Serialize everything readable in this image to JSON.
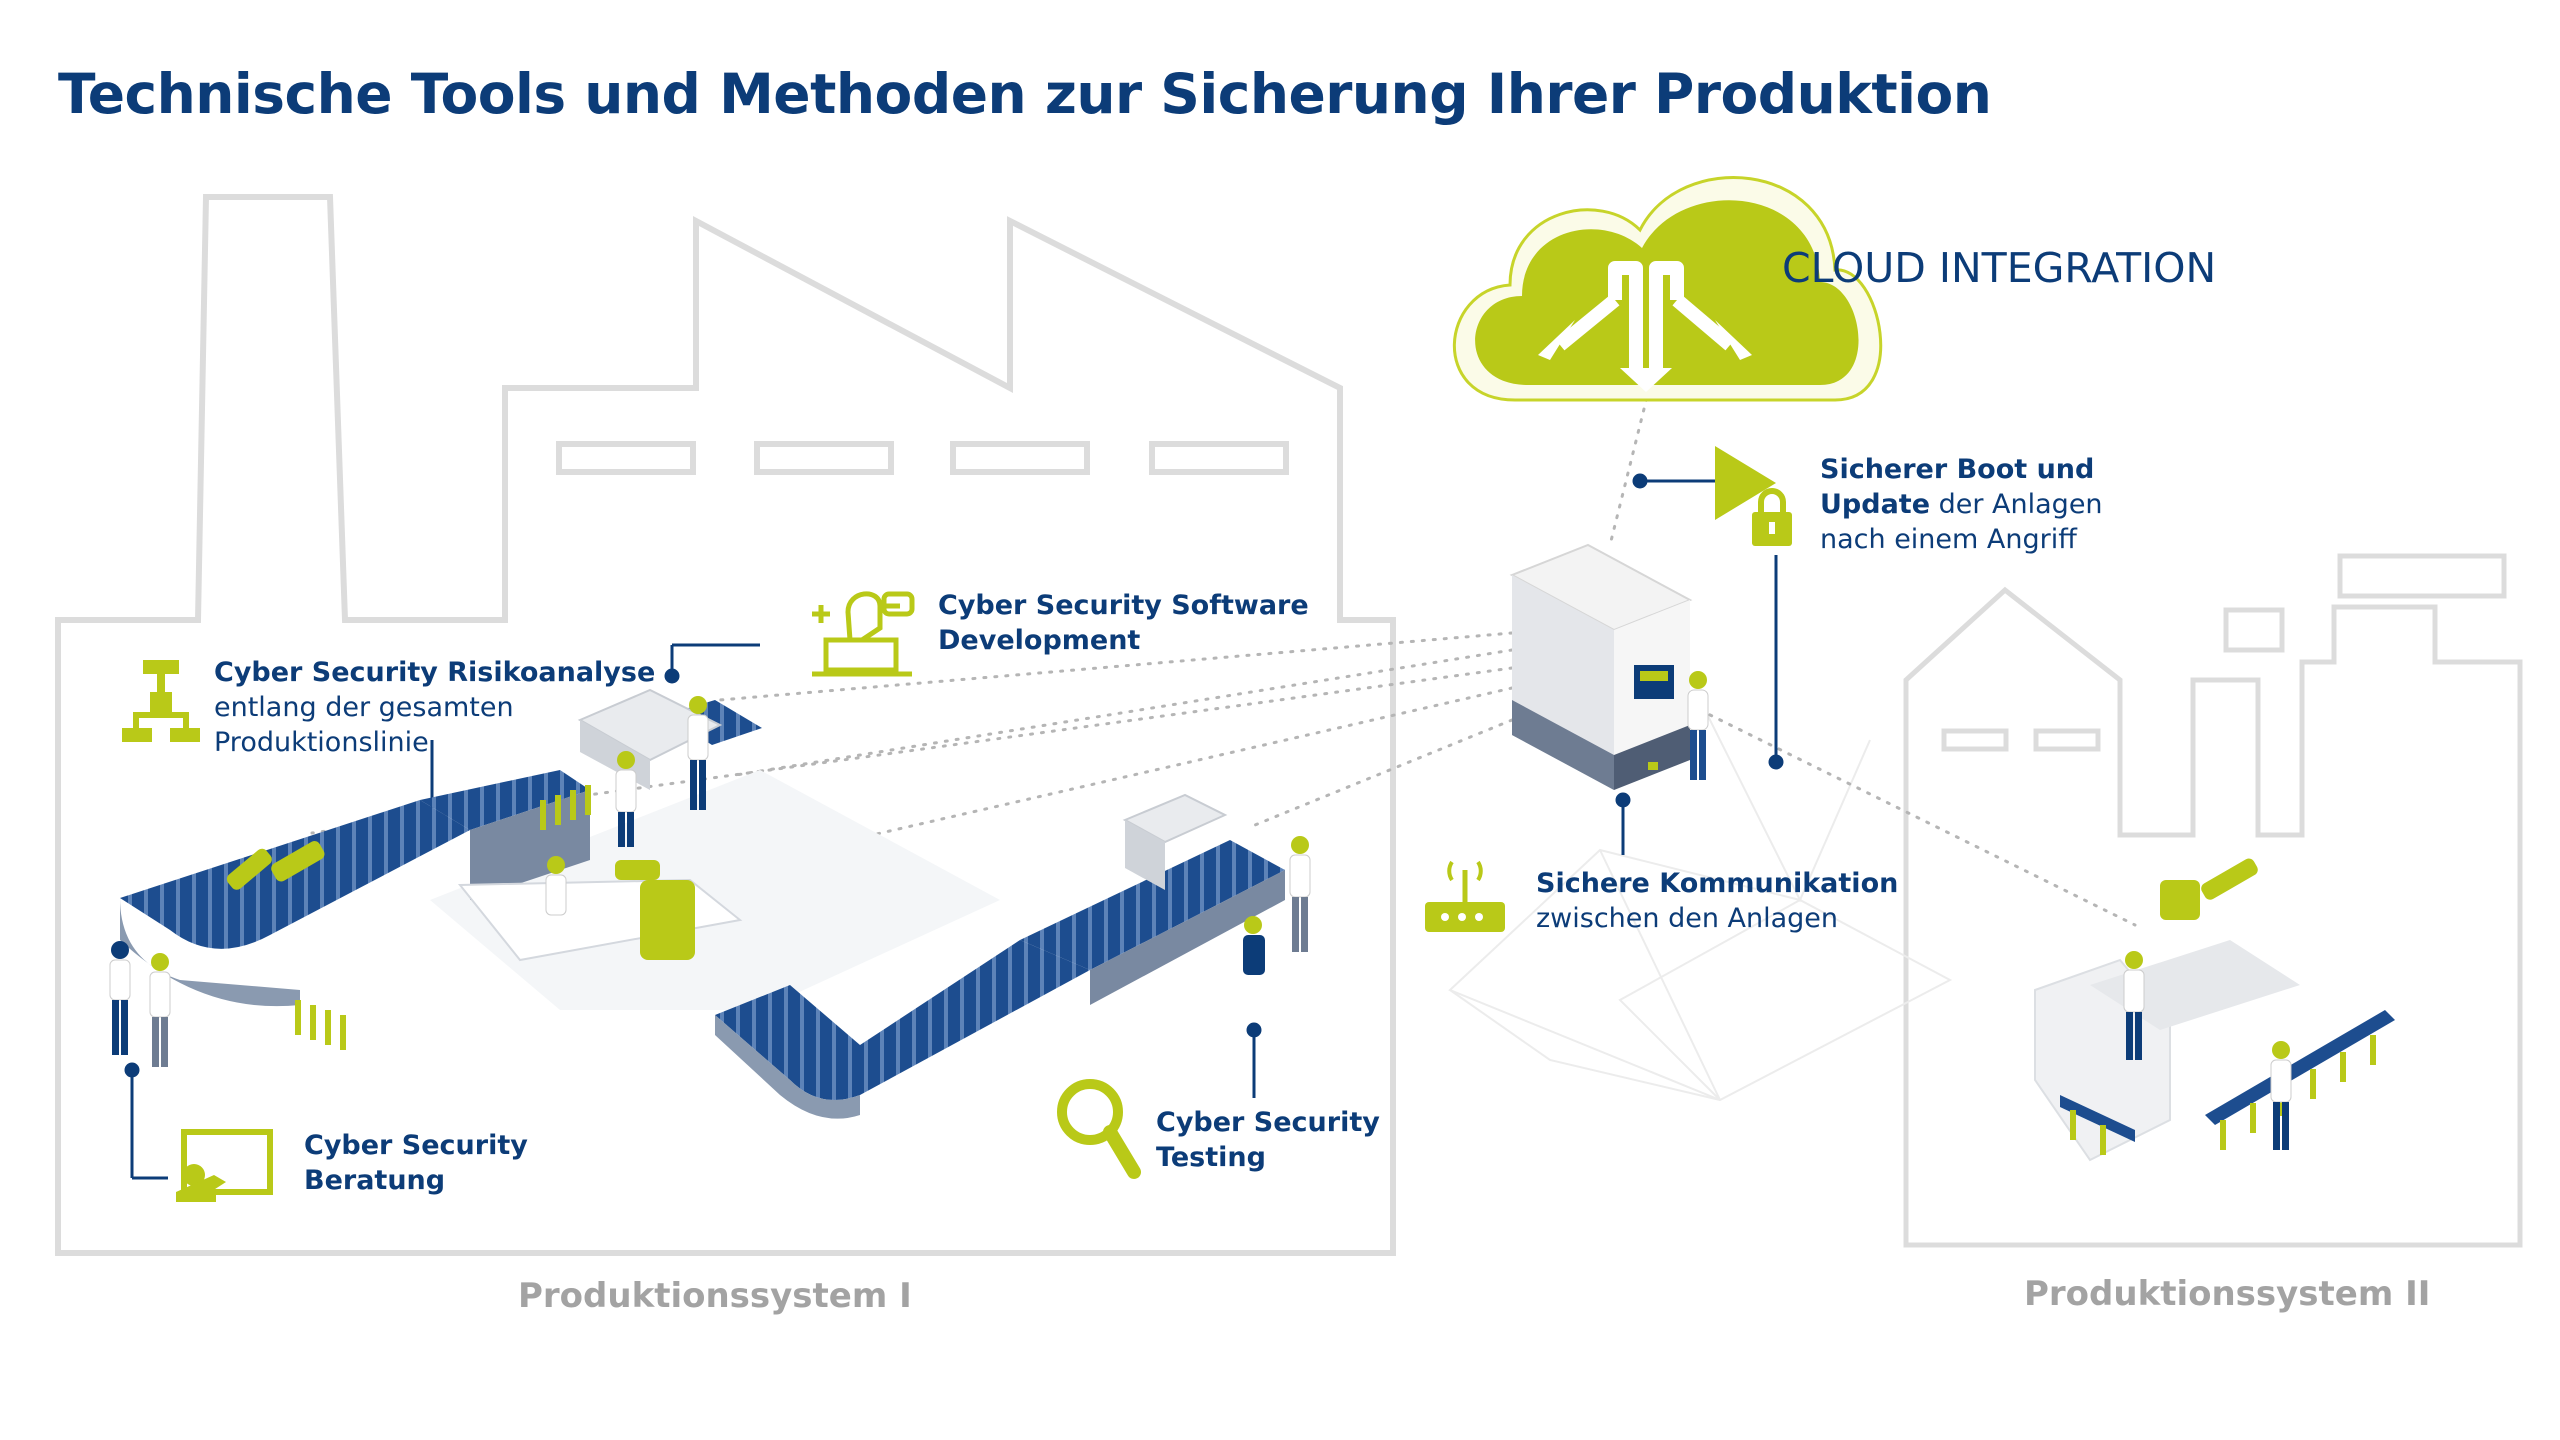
{
  "page_title": "Technische Tools und Methoden zur Sicherung Ihrer Produktion",
  "cloud": {
    "label": "CLOUD INTEGRATION"
  },
  "labels": {
    "risikoanalyse": {
      "bold": "Cyber Security Risikoanalyse",
      "line2": "entlang der gesamten",
      "line3": "Produktionslinie"
    },
    "software": {
      "line1": "Cyber Security Software",
      "line2": "Development"
    },
    "beratung": {
      "line1": "Cyber Security",
      "line2": "Beratung"
    },
    "testing": {
      "line1": "Cyber Security",
      "line2": "Testing"
    },
    "boot": {
      "bold1": "Sicherer Boot und",
      "bold2": "Update",
      "rest2": " der Anlagen",
      "line3": "nach einem Angriff"
    },
    "kommunikation": {
      "bold": "Sichere Kommunikation",
      "line2": "zwischen den Anlagen"
    }
  },
  "systems": {
    "system1": "Produktionssystem I",
    "system2": "Produktionssystem II"
  },
  "colors": {
    "navy": "#0c3c78",
    "lime": "#b9c918",
    "outline": "#dcdcdc",
    "grey_label": "#a3a3a3",
    "conveyor": "#1d4d8f"
  },
  "icons": [
    "flowchart-icon",
    "developer-icon",
    "presentation-icon",
    "magnifier-icon",
    "router-icon",
    "play-lock-icon",
    "cloud-arrows-icon"
  ]
}
